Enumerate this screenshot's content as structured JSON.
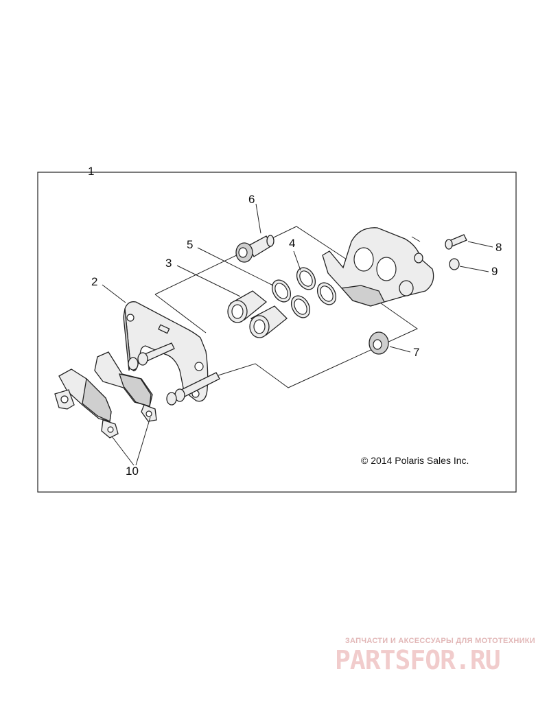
{
  "diagram": {
    "callouts": {
      "c1": "1",
      "c2": "2",
      "c3": "3",
      "c4": "4",
      "c5": "5",
      "c6": "6",
      "c7": "7",
      "c8": "8",
      "c9": "9",
      "c10": "10"
    },
    "copyright": "© 2014 Polaris Sales Inc."
  },
  "watermark": {
    "tagline": "ЗАПЧАСТИ И АКСЕССУАРЫ ДЛЯ МОТОТЕХНИКИ",
    "logo_text": "PARTSFOR.RU"
  }
}
